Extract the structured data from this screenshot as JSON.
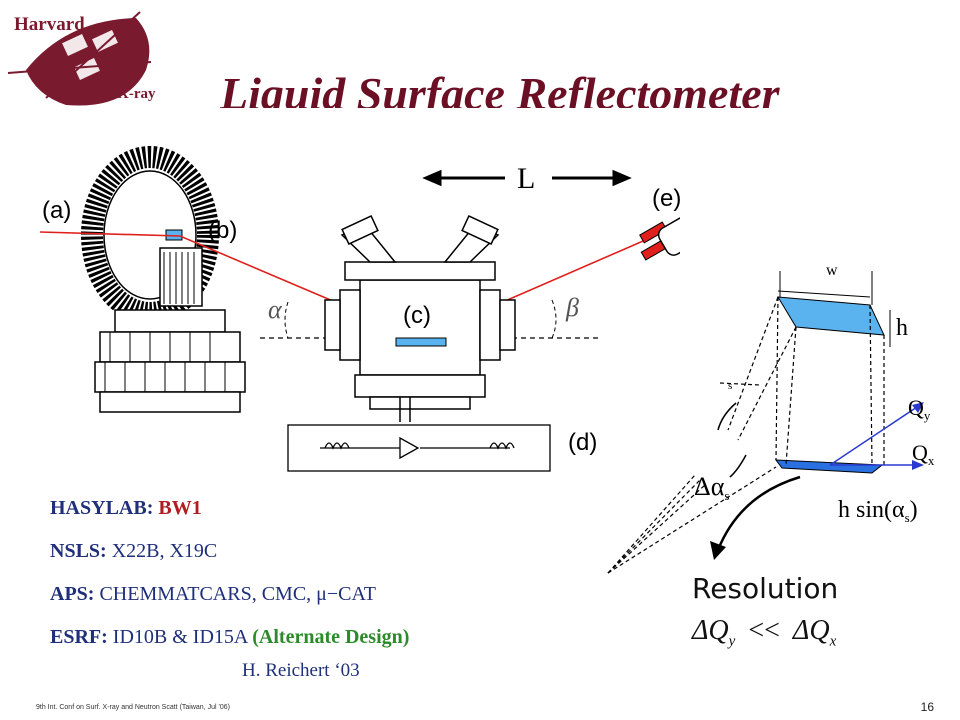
{
  "logo": {
    "top_text": "Harvard",
    "bottom_text": "X-ray",
    "color": "#7a1a2e"
  },
  "title": "Liquid Surface Reflectometer",
  "diagram": {
    "length_label": "L",
    "label_a": "(a)",
    "label_b": "(b)",
    "label_c": "(c)",
    "label_d": "(d)",
    "label_e": "(e)",
    "alpha": "α",
    "beta": "β",
    "beam_color": "#e0201c"
  },
  "resolution": {
    "w_label": "w",
    "h_label": "h",
    "s_label": "s",
    "qy_label": "Q",
    "qy_sub": "y",
    "qx_label": "Q",
    "qx_sub": "x",
    "delta_alpha": "Δα",
    "delta_alpha_sub": "s",
    "h_sin_label": "h sin(α",
    "h_sin_sub": "s",
    "h_sin_close": ")",
    "resolution_word": "Resolution",
    "dq_left": "ΔQ",
    "dq_left_sub": "y",
    "dq_lt": "<<",
    "dq_right": "ΔQ",
    "dq_right_sub": "x",
    "sample_color": "#5ab2ee"
  },
  "facilities": [
    {
      "name": "HASYLAB:",
      "value": "BW1"
    },
    {
      "name": "NSLS:",
      "value": "X22B, X19C"
    },
    {
      "name": "APS:",
      "value": "CHEMMATCARS, CMC, μ−CAT"
    },
    {
      "name": "ESRF:",
      "value": "ID10B & ID15A",
      "note": "(Alternate Design)"
    }
  ],
  "credit": "H. Reichert ‘03",
  "footer": "9th Int. Conf on Surf. X-ray and Neutron Scatt (Taiwan, Jul '06)",
  "page_number": "16"
}
